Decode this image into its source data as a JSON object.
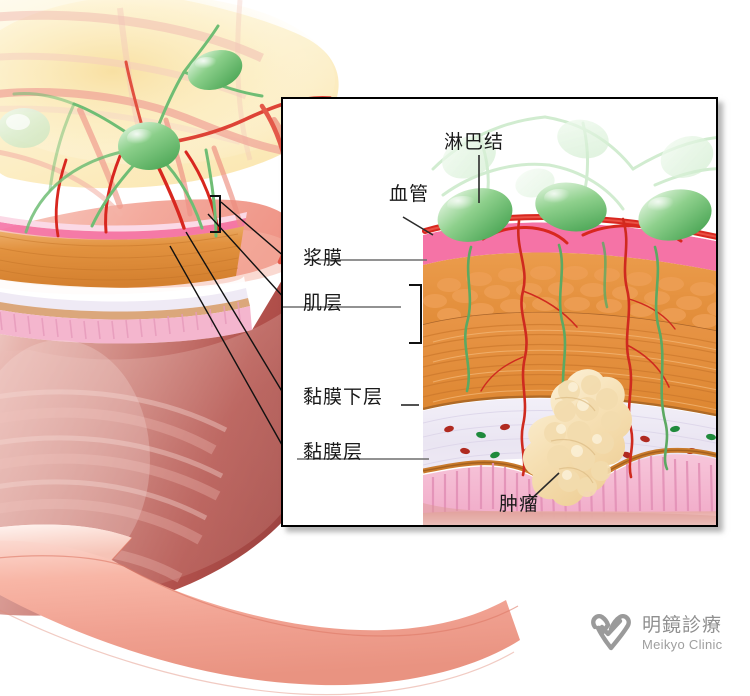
{
  "figure": {
    "title_visible": false,
    "subject": "colon-wall-cross-section-with-tumor",
    "background_scene": "cut-away colon segment with mesenteric lymph nodes and blood vessels",
    "inset": {
      "kind": "magnified-wall-cross-section",
      "border_color": "#000000",
      "background": "#ffffff"
    }
  },
  "labels": {
    "lymph_node": "淋巴结",
    "blood_vessel": "血管",
    "serosa": "浆膜",
    "muscle_layer": "肌层",
    "submucosa": "黏膜下层",
    "mucosa": "黏膜层",
    "tumor": "肿瘤"
  },
  "layers": [
    {
      "name": "浆膜",
      "role": "serosa",
      "color": "#F573A6"
    },
    {
      "name": "肌层",
      "role": "muscularis",
      "color": "#E2873A"
    },
    {
      "name": "黏膜下层",
      "role": "submucosa",
      "color": "#EDEAF4"
    },
    {
      "name": "黏膜层",
      "role": "mucosa",
      "color": "#F4B6CE"
    }
  ],
  "structures": {
    "lymph_node_color": "#74C47B",
    "lymphatic_vessel_color": "#58A85F",
    "artery_color": "#D8271F",
    "vein_color": "#E8897E",
    "tumor_color": "#F7E3B8",
    "lumen_color": "#C0554F",
    "fat_color": "#F7E3A8",
    "outer_wall_color": "#F2A091"
  },
  "counts": {
    "lymph_nodes_inset": 6,
    "lymph_nodes_background": 3,
    "leader_lines_background": 4,
    "muscle_sublayers": 2
  },
  "brand": {
    "name_cn": "明鏡診療",
    "name_en": "Meikyo Clinic",
    "logo_icon": "heart-check-icon",
    "color": "#909090"
  }
}
